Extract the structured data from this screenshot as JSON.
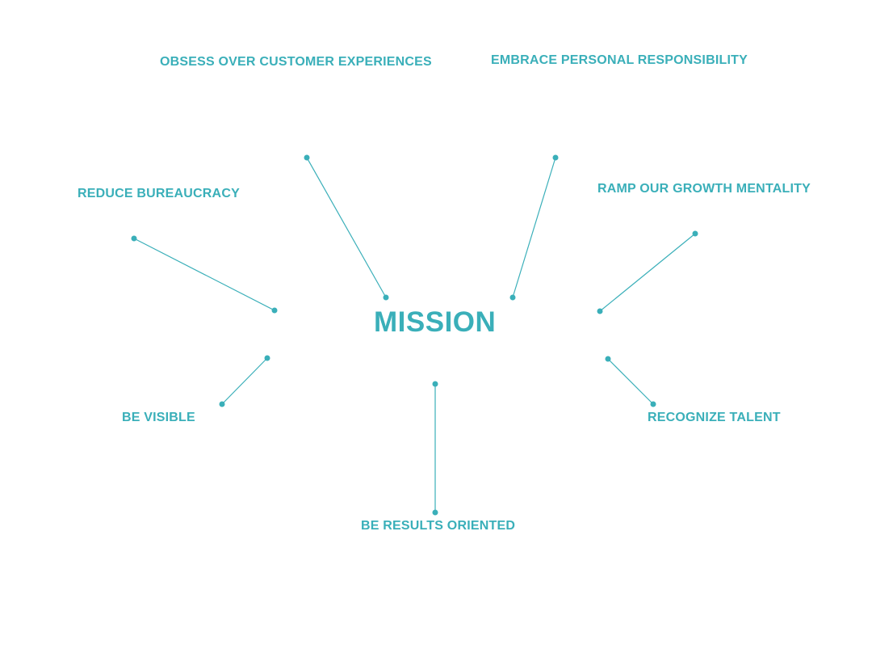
{
  "colors": {
    "accent": "#3aafb9",
    "background": "#ffffff"
  },
  "diagram": {
    "center": "MISSION",
    "values": {
      "obsess": "OBSESS OVER CUSTOMER EXPERIENCES",
      "embrace": "EMBRACE PERSONAL RESPONSIBILITY",
      "reduce": "REDUCE BUREAUCRACY",
      "ramp": "RAMP OUR GROWTH MENTALITY",
      "visible": "BE VISIBLE",
      "recognize": "RECOGNIZE TALENT",
      "results": "BE RESULTS ORIENTED"
    }
  }
}
